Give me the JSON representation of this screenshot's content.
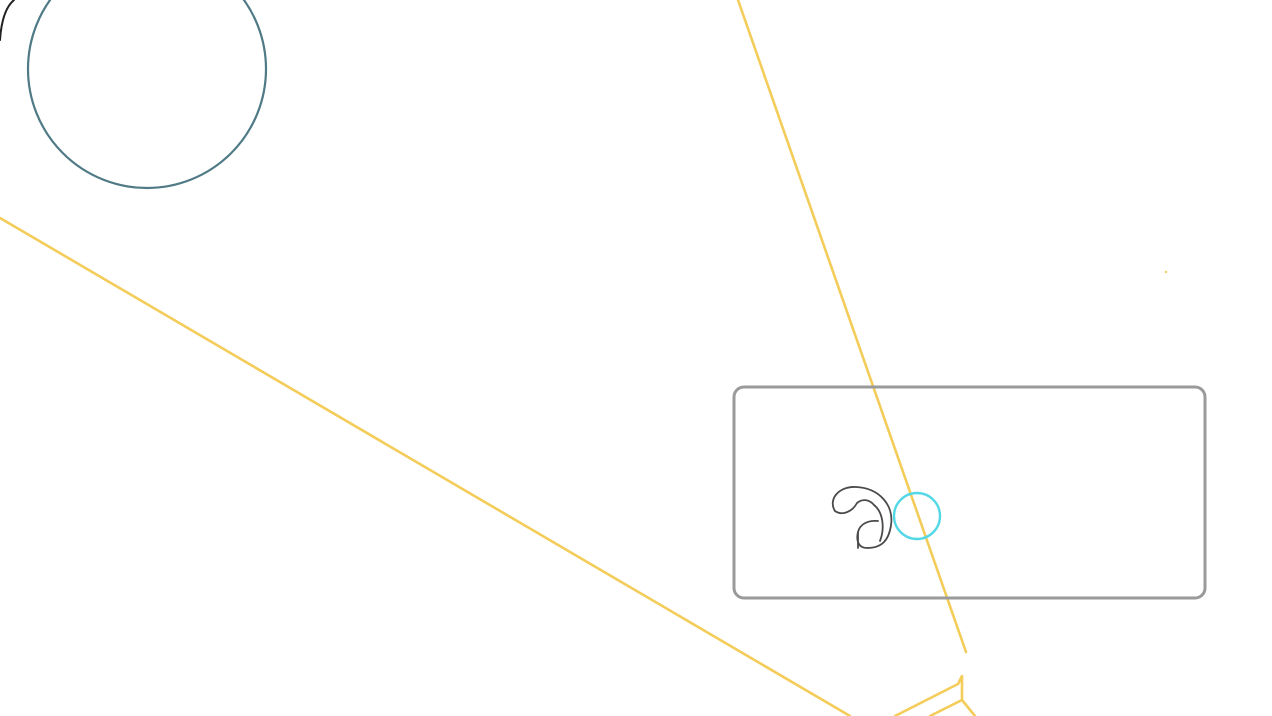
{
  "colors": {
    "background": "#ffffff",
    "light_ray": "#f3cc5a",
    "circle_outline": "#4f7a86",
    "device_frame": "#9a9a9a",
    "handle_stroke": "#4a4a4a",
    "sensor_ring": "#55d8e6",
    "edge_arc": "#222222"
  },
  "shapes": [
    "large-circle",
    "light-ray-left",
    "light-ray-right",
    "light-source-lamp",
    "rounded-rectangle",
    "hook-handle-icon",
    "sensor-circle-icon",
    "edge-arc"
  ]
}
